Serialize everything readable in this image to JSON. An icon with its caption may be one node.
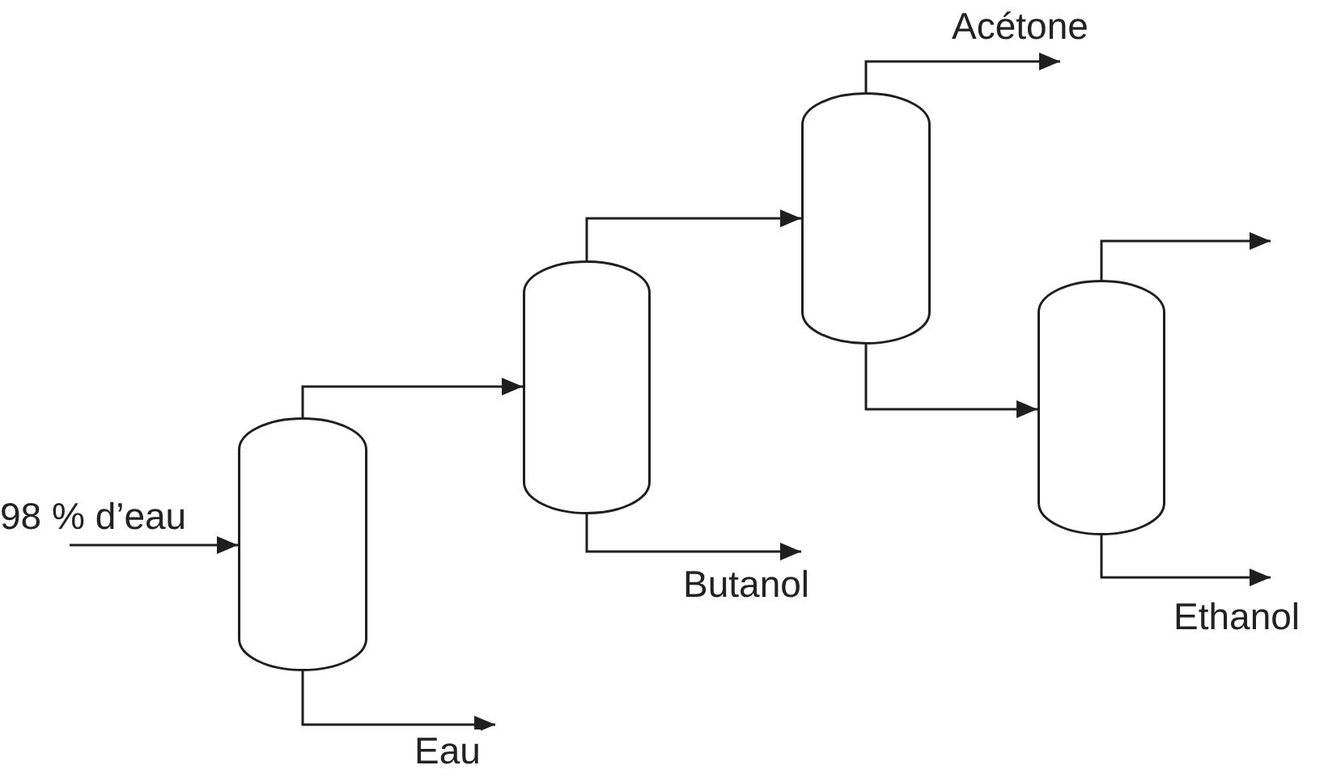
{
  "diagram": {
    "nodes": [
      {
        "text": [],
        "shape": "vessel"
      },
      {
        "text": [],
        "shape": "vessel"
      },
      {
        "text": [],
        "shape": "vessel"
      },
      {
        "text": [],
        "shape": "vessel"
      }
    ],
    "edges": [
      {
        "from": null,
        "to": 0,
        "arrow": "to",
        "label": "98 % d’eau"
      },
      {
        "from": 0,
        "to": 1,
        "arrow": "to"
      },
      {
        "from": 0,
        "to": null,
        "arrow": "to",
        "label": "Eau"
      },
      {
        "from": 1,
        "to": 2,
        "arrow": "to"
      },
      {
        "from": 1,
        "to": null,
        "arrow": "to",
        "label": "Butanol"
      },
      {
        "from": 2,
        "to": null,
        "arrow": "to",
        "label": "Acétone"
      },
      {
        "from": 2,
        "to": 3,
        "arrow": "to"
      },
      {
        "from": 3,
        "to": null,
        "arrow": "to"
      },
      {
        "from": 3,
        "to": null,
        "arrow": "to",
        "label": "Ethanol"
      }
    ]
  }
}
